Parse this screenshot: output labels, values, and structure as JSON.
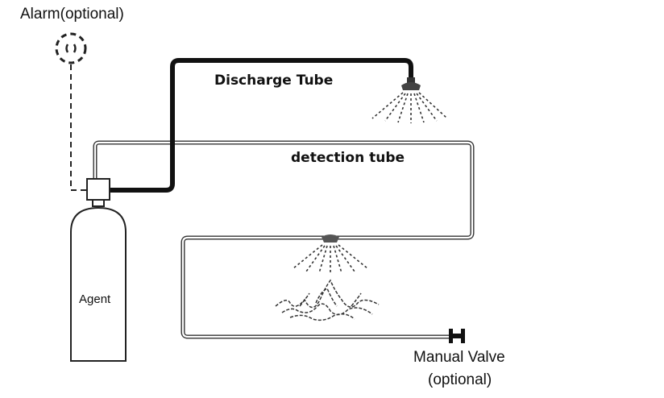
{
  "labels": {
    "alarm": "Alarm(optional)",
    "discharge_tube": "Discharge Tube",
    "detection_tube": "detection tube",
    "agent": "Agent",
    "manual_valve": "Manual Valve",
    "manual_valve_optional": "(optional)"
  },
  "colors": {
    "tube_dark": "#111111",
    "line": "#222222",
    "background": "#ffffff"
  }
}
